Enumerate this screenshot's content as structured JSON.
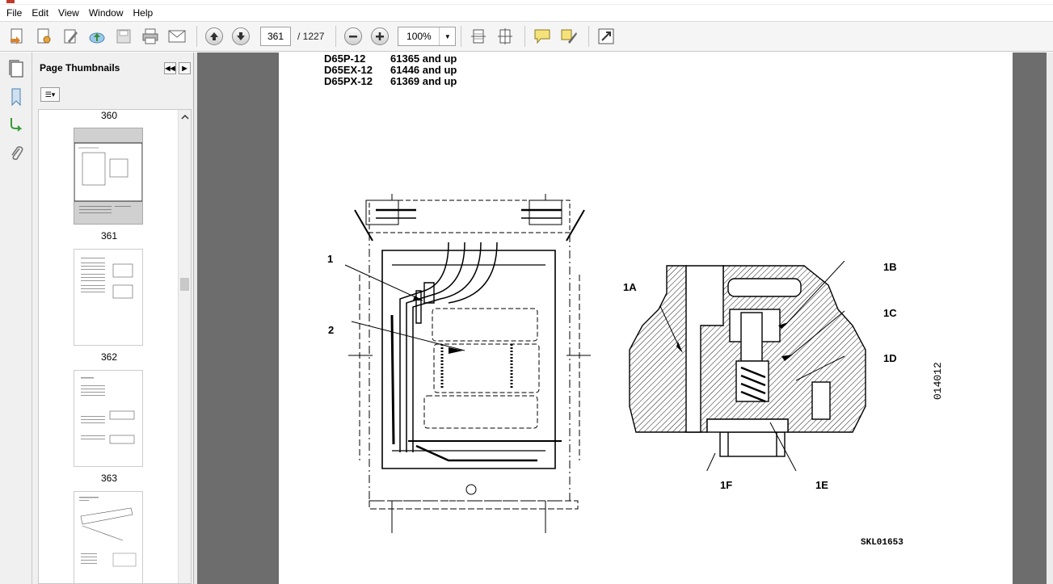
{
  "menu": {
    "items": [
      "File",
      "Edit",
      "View",
      "Window",
      "Help"
    ]
  },
  "toolbar": {
    "page_number": "361",
    "page_total": "/  1227",
    "zoom": "100%"
  },
  "thumbnails": {
    "title": "Page Thumbnails",
    "labels": [
      "360",
      "361",
      "362",
      "363"
    ]
  },
  "page": {
    "models": [
      {
        "model": "D65P-12",
        "serial": "61365 and up"
      },
      {
        "model": "D65EX-12",
        "serial": "61446 and up"
      },
      {
        "model": "D65PX-12",
        "serial": "61369 and up"
      }
    ],
    "callouts": {
      "c1": "1",
      "c2": "2",
      "c1A": "1A",
      "c1B": "1B",
      "c1C": "1C",
      "c1D": "1D",
      "c1E": "1E",
      "c1F": "1F"
    },
    "code_vertical": "014012",
    "code_bottom": "SKL01653"
  }
}
